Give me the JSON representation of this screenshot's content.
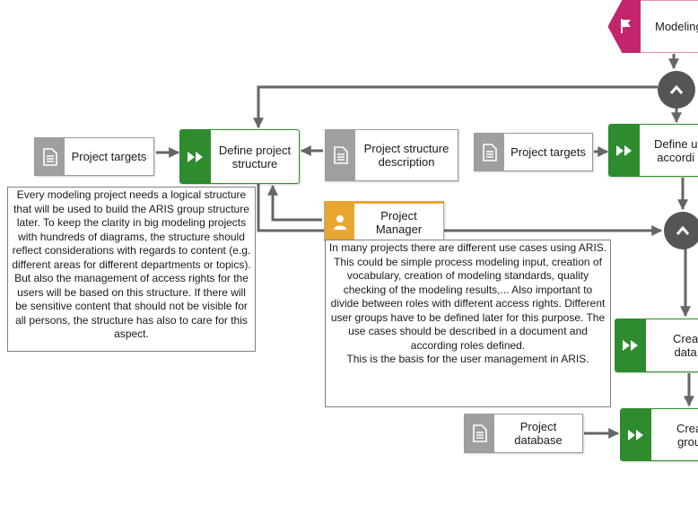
{
  "start_event": {
    "label": "Modeling",
    "icon": "flag-icon"
  },
  "functions": {
    "define_project_structure": "Define project structure",
    "define_use_cases": "Define u\naccordi",
    "create_database": "Crea\ndata",
    "create_groups": "Crea\ngrou"
  },
  "documents": {
    "project_targets_left": "Project targets",
    "project_structure_description": "Project structure description",
    "project_targets_right": "Project targets",
    "project_database": "Project database"
  },
  "roles": {
    "project_manager": "Project Manager"
  },
  "notes": {
    "structure_note": "Every modeling project needs a logical structure that will be used to build the ARIS group structure later. To keep the clarity in big modeling projects with hundreds of diagrams, the structure should reflect considerations with regards to content (e.g. different areas for different departments or topics). But also the management of access rights for the users will be based on this structure. If there will be sensitive content that should not be visible for all persons, the structure has also to care for this aspect.",
    "use_case_note": "In many projects there are different use cases using ARIS. This could be simple process modeling input, creation of vocabulary, creation of modeling standards, quality checking of the modeling results,... Also important to divide between roles with different access rights. Different user groups have to be defined later for this purpose. The use cases should be described in a document and according roles defined.\nThis is the basis for the user management in ARIS."
  },
  "colors": {
    "function_green": "#2e8b2e",
    "document_gray": "#9f9f9f",
    "role_orange": "#e8a631",
    "event_magenta": "#c2246e",
    "connector_gray": "#666666",
    "operator_dark": "#555555"
  },
  "icons": {
    "function": "fast-forward-icon",
    "document": "document-icon",
    "role": "person-icon",
    "operator": "chevron-up-icon"
  }
}
